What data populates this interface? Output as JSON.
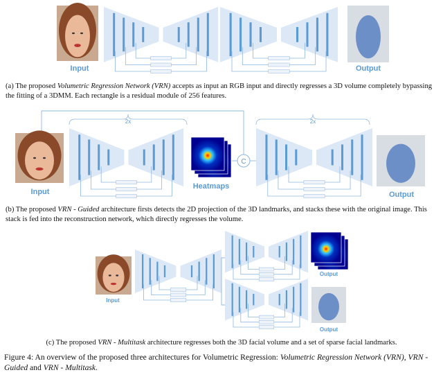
{
  "colors": {
    "bar": "#5b9bd5",
    "cone": "#dce8f6",
    "line": "#8fb6e0",
    "skin": "#e9b99a",
    "hair": "#8a4a2a",
    "face3d": "#6d8fc7"
  },
  "panel_a": {
    "input_label": "Input",
    "output_label": "Output",
    "caption": [
      "(a) The proposed ",
      "Volumetric Regression Network (VRN)",
      " accepts as input an RGB input and directly regresses a 3D volume completely bypassing the fitting of a 3DMM. Each rectangle is a residual module of 256 features."
    ]
  },
  "panel_b": {
    "input_label": "Input",
    "heatmaps_label": "Heatmaps",
    "output_label": "Output",
    "concat_symbol": "C",
    "repeat_left": "2x",
    "repeat_right": "2x",
    "caption": [
      "(b) The proposed ",
      "VRN - Guided",
      " architecture firsts detects the 2D projection of the 3D landmarks, and stacks these with the original image. This stack is fed into the reconstruction network, which directly regresses the volume."
    ]
  },
  "panel_c": {
    "input_label": "Input",
    "output_top_label": "Output",
    "output_bottom_label": "Output",
    "caption": [
      "(c) The proposed ",
      "VRN - Multitask",
      " architecture regresses both the 3D facial volume and a set of sparse facial landmarks."
    ]
  },
  "figure_caption": [
    "Figure 4: An overview of the proposed three architectures for Volumetric Regression: ",
    "Volumetric Regression Network (VRN)",
    ", ",
    "VRN - Guided",
    " and ",
    "VRN - Multitask",
    "."
  ]
}
